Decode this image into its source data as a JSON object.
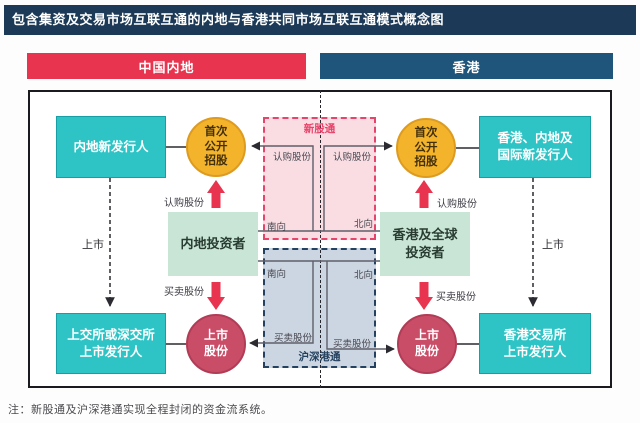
{
  "title": "包含集资及交易市场互联互通的内地与香港共同市场互联互通模式概念图",
  "headers": {
    "mainland": "中国内地",
    "hongkong": "香港"
  },
  "mainland": {
    "new_issuer": "内地新发行人",
    "ipo_circle": "首次\n公开\n招股",
    "listing_label": "上市",
    "subscribe_label": "认购股份",
    "investors": "内地投资者",
    "trade_label": "买卖股份",
    "listed_issuer": "上交所或深交所\n上市发行人",
    "listed_shares_circle": "上市\n股份"
  },
  "hongkong": {
    "ipo_circle": "首次\n公开\n招股",
    "new_issuer": "香港、内地及\n国际新发行人",
    "subscribe_label": "认购股份",
    "investors": "香港及全球\n投资者",
    "listing_label": "上市",
    "trade_label": "买卖股份",
    "listed_shares_circle": "上市\n股份",
    "listed_issuer": "香港交易所\n上市发行人"
  },
  "ipo_connect": {
    "title": "新股通",
    "subscribe_left": "认购股份",
    "subscribe_right": "认购股份",
    "southbound": "南向",
    "northbound": "北向"
  },
  "stock_connect": {
    "title": "沪深港通",
    "southbound": "南向",
    "northbound": "北向",
    "trade_left": "买卖股份",
    "trade_right": "买卖股份"
  },
  "footnote": "注：新股通及沪深港通实现全程封闭的资金流系统。",
  "colors": {
    "title_bar": "#1c3a57",
    "mainland_red": "#e8344e",
    "hk_navy": "#1f557a",
    "teal_box": "#2ec4c6",
    "yellow_circle": "#f3b32b",
    "crimson_circle": "#ca4d68",
    "green_box": "#c9e5d6",
    "pink_fill": "#f9dde3",
    "pink_border": "#e8436a",
    "blue_fill": "#ccd6e2",
    "blue_border": "#24415f",
    "arrow_red": "#e8344e"
  }
}
